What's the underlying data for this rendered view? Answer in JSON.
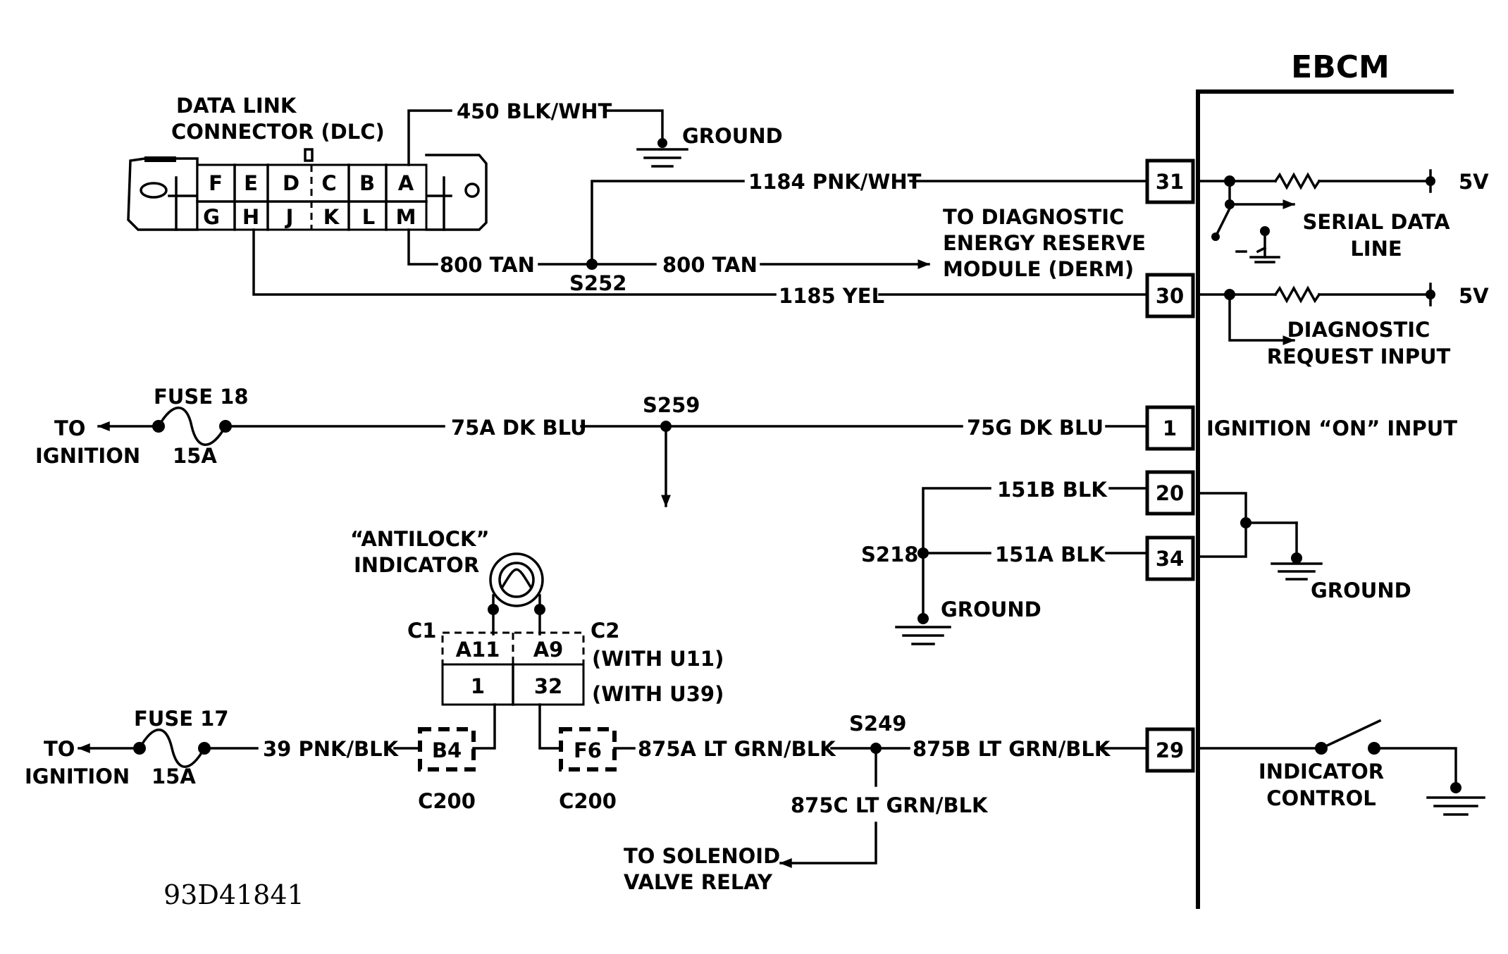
{
  "ebcm": {
    "title": "EBCM",
    "pins": [
      "31",
      "30",
      "1",
      "20",
      "34",
      "29"
    ],
    "v5_top": "5V",
    "v5_bottom": "5V",
    "serial_data_line": [
      "SERIAL DATA",
      "LINE"
    ],
    "diagnostic_request_input": [
      "DIAGNOSTIC",
      "REQUEST INPUT"
    ],
    "ignition_on_input": "IGNITION “ON” INPUT",
    "ground": "GROUND",
    "indicator_control": [
      "INDICATOR",
      "CONTROL"
    ]
  },
  "dlc": {
    "title": [
      "DATA LINK",
      "CONNECTOR (DLC)"
    ],
    "top_row": [
      "F",
      "E",
      "D",
      "C",
      "B",
      "A"
    ],
    "bottom_row": [
      "G",
      "H",
      "J",
      "K",
      "L",
      "M"
    ]
  },
  "wires": {
    "w450": "450 BLK/WHT",
    "ground_top": "GROUND",
    "w1184": "1184 PNK/WHT",
    "w800_left": "800 TAN",
    "w800_right": "800 TAN",
    "s252": "S252",
    "derm": [
      "TO DIAGNOSTIC",
      "ENERGY RESERVE",
      "MODULE (DERM)"
    ],
    "w1185": "1185 YEL",
    "w75a": "75A DK BLU",
    "s259": "S259",
    "w75g": "75G DK BLU",
    "w151b": "151B BLK",
    "w151a": "151A BLK",
    "s218": "S218",
    "ground_s218": "GROUND",
    "w39": "39 PNK/BLK",
    "w875a": "875A LT GRN/BLK",
    "s249": "S249",
    "w875b": "875B LT GRN/BLK",
    "w875c": "875C LT GRN/BLK",
    "solenoid": [
      "TO SOLENOID",
      "VALVE RELAY"
    ]
  },
  "fuses": {
    "f18": {
      "name": "FUSE 18",
      "rating": "15A",
      "to": [
        "TO",
        "IGNITION"
      ]
    },
    "f17": {
      "name": "FUSE 17",
      "rating": "15A",
      "to": [
        "TO",
        "IGNITION"
      ]
    }
  },
  "indicator": {
    "title": [
      "“ANTILOCK”",
      "INDICATOR"
    ],
    "c1": "C1",
    "c2": "C2",
    "with_u11": "(WITH U11)",
    "with_u39": "(WITH U39)",
    "top_pins": [
      "A11",
      "A9"
    ],
    "bottom_pins": [
      "1",
      "32"
    ]
  },
  "connectors": {
    "b4": "B4",
    "b4_loc": "C200",
    "f6": "F6",
    "f6_loc": "C200"
  },
  "figure_id": "93D41841"
}
